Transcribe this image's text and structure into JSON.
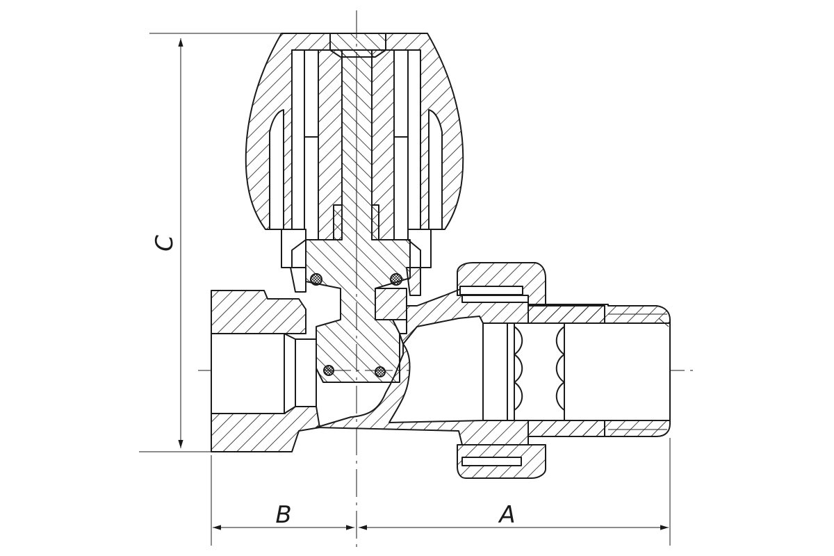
{
  "drawing": {
    "title": "",
    "dimensions": {
      "a_label": "A",
      "b_label": "B",
      "c_label": "C"
    },
    "colors": {
      "stroke": "#1a1a1a",
      "background": "#ffffff",
      "hatch": "#1a1a1a"
    }
  }
}
